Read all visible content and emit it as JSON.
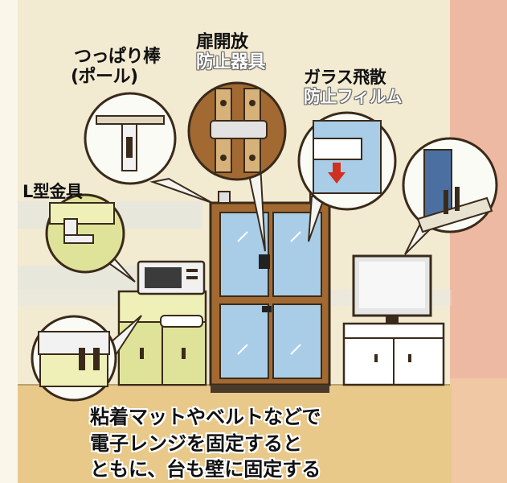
{
  "labels": {
    "tension_rod": {
      "line1": "つっぱり棒",
      "line2": "(ポール)"
    },
    "door_stopper": {
      "line1": "扉開放",
      "line2": "防止器具"
    },
    "glass_film": {
      "line1": "ガラス飛散",
      "line2": "防止フィルム"
    },
    "l_bracket": "L型金具"
  },
  "caption": {
    "line1": "粘着マットやベルトなどで",
    "line2": "電子レンジを固定すると",
    "line3": "ともに、台も壁に固定する"
  },
  "colors": {
    "paper": "#f3ead2",
    "wood": "#a26a32",
    "glass": "#a9cde6",
    "cabinet_light": "#eef0b8",
    "floor": "#e8c98a",
    "outline": "#3a2a1a"
  },
  "icons": [
    "tension-rod-icon",
    "door-latch-icon",
    "glass-film-icon",
    "l-bracket-icon",
    "tv-bracket-icon",
    "microwave-strap-icon"
  ]
}
